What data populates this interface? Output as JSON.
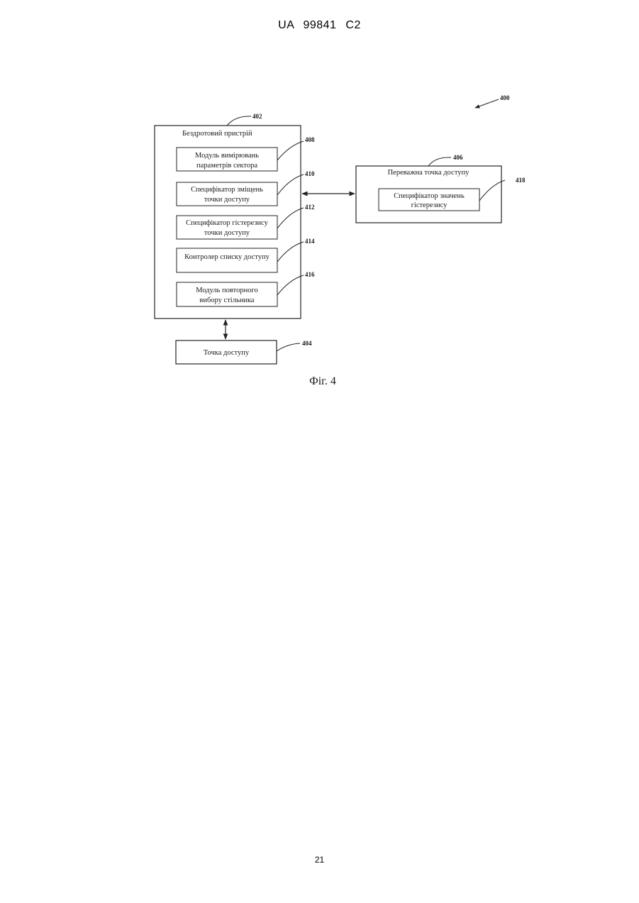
{
  "document": {
    "header": "UA 99841 C2",
    "page_number": "21"
  },
  "figure": {
    "caption": "Фіг. 4",
    "system_ref": "400",
    "wireless_device": {
      "ref": "402",
      "title": "Бездротовий пристрій",
      "modules": [
        {
          "ref": "408",
          "lines": [
            "Модуль вимірювань",
            "параметрів сектора"
          ]
        },
        {
          "ref": "410",
          "lines": [
            "Специфікатор зміщень",
            "точки доступу"
          ]
        },
        {
          "ref": "412",
          "lines": [
            "Специфікатор гістерезису",
            "точки доступу"
          ]
        },
        {
          "ref": "414",
          "lines": [
            "Контролер списку доступу"
          ]
        },
        {
          "ref": "416",
          "lines": [
            "Модуль повторного",
            "вибору стільника"
          ]
        }
      ]
    },
    "preferred_access_point": {
      "ref": "406",
      "title": "Переважна точка доступу",
      "module": {
        "ref": "418",
        "lines": [
          "Специфікатор значень",
          "гістерезису"
        ]
      }
    },
    "access_point": {
      "ref": "404",
      "label": "Точка доступу"
    }
  }
}
